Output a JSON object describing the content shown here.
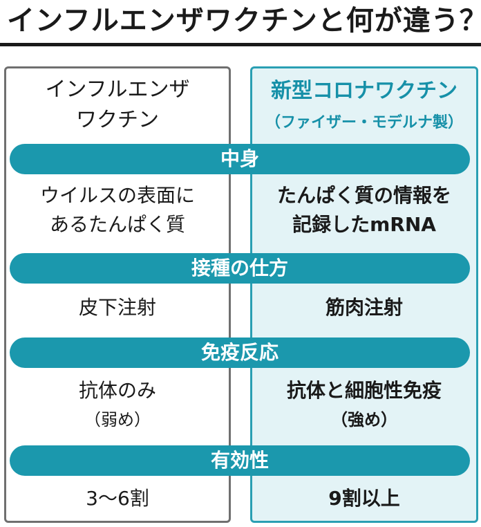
{
  "title": "インフルエンザワクチンと何が違う？",
  "left_header": [
    "インフルエンザ",
    "ワクチン"
  ],
  "right_header": {
    "main": "新型コロナワクチン",
    "sub": "（ファイザー・モデルナ製）"
  },
  "rows": [
    {
      "label": "中身",
      "left": [
        "ウイルスの表面に",
        "あるたんぱく質"
      ],
      "right": [
        "たんぱく質の情報を",
        "記録したmRNA"
      ]
    },
    {
      "label": "接種の仕方",
      "left": [
        "皮下注射"
      ],
      "right": [
        "筋肉注射"
      ]
    },
    {
      "label": "免疫反応",
      "left": [
        "抗体のみ",
        "（弱め）"
      ],
      "right": [
        "抗体と細胞性免疫",
        "（強め）"
      ]
    },
    {
      "label": "有効性",
      "left": [
        "3〜6割"
      ],
      "right": [
        "9割以上"
      ]
    }
  ],
  "colors": {
    "accent": "#1b98ad",
    "right_bg": "#e3f3f6",
    "right_text": "#1690a8",
    "left_border": "#6f6f6f"
  }
}
